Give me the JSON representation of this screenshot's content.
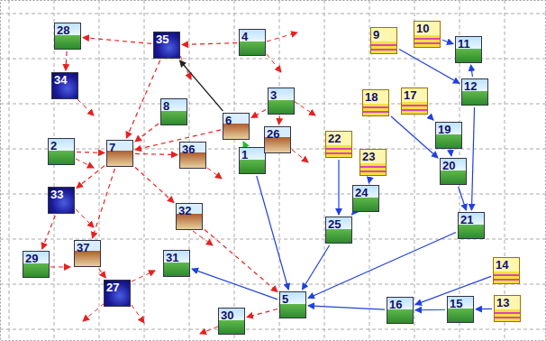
{
  "diagram": {
    "nodes": [
      {
        "text": [
          "1"
        ]
      },
      {
        "text": [
          "2"
        ]
      },
      {
        "text": [
          "3"
        ]
      },
      {
        "text": [
          "4"
        ]
      },
      {
        "text": [
          "5"
        ]
      },
      {
        "text": [
          "6"
        ]
      },
      {
        "text": [
          "7"
        ]
      },
      {
        "text": [
          "8"
        ]
      },
      {
        "text": [
          "9"
        ]
      },
      {
        "text": [
          "10"
        ]
      },
      {
        "text": [
          "11"
        ]
      },
      {
        "text": [
          "12"
        ]
      },
      {
        "text": [
          "13"
        ]
      },
      {
        "text": [
          "14"
        ]
      },
      {
        "text": [
          "15"
        ]
      },
      {
        "text": [
          "16"
        ]
      },
      {
        "text": [
          "17"
        ]
      },
      {
        "text": [
          "18"
        ]
      },
      {
        "text": [
          "19"
        ]
      },
      {
        "text": [
          "20"
        ]
      },
      {
        "text": [
          "21"
        ]
      },
      {
        "text": [
          "22"
        ]
      },
      {
        "text": [
          "23"
        ]
      },
      {
        "text": [
          "24"
        ]
      },
      {
        "text": [
          "25"
        ]
      },
      {
        "text": [
          "26"
        ]
      },
      {
        "text": [
          "27"
        ]
      },
      {
        "text": [
          "28"
        ]
      },
      {
        "text": [
          "29"
        ]
      },
      {
        "text": [
          "30"
        ]
      },
      {
        "text": [
          "31"
        ]
      },
      {
        "text": [
          "32"
        ]
      },
      {
        "text": [
          "33"
        ]
      },
      {
        "text": [
          "34"
        ]
      },
      {
        "text": [
          "35"
        ]
      },
      {
        "text": [
          "36"
        ]
      },
      {
        "text": [
          "37"
        ]
      }
    ],
    "edges": [
      {
        "from": 8,
        "to": 11,
        "arrow": "to"
      },
      {
        "from": 9,
        "to": 10,
        "arrow": "to"
      },
      {
        "from": 11,
        "to": 10,
        "arrow": "to"
      },
      {
        "from": 11,
        "to": 20,
        "arrow": "to"
      },
      {
        "from": 16,
        "to": 18,
        "arrow": "to"
      },
      {
        "from": 17,
        "to": 19,
        "arrow": "to"
      },
      {
        "from": 18,
        "to": 19,
        "arrow": "to"
      },
      {
        "from": 19,
        "to": 20,
        "arrow": "to"
      },
      {
        "from": 21,
        "to": 24,
        "arrow": "to"
      },
      {
        "from": 22,
        "to": 23,
        "arrow": "to"
      },
      {
        "from": 23,
        "to": 24,
        "arrow": "to"
      },
      {
        "from": 24,
        "to": 4,
        "arrow": "to"
      },
      {
        "from": 20,
        "to": 4,
        "arrow": "to"
      },
      {
        "from": 0,
        "to": 4,
        "arrow": "to"
      },
      {
        "from": 13,
        "to": 15,
        "arrow": "to"
      },
      {
        "from": 12,
        "to": 14,
        "arrow": "to"
      },
      {
        "from": 14,
        "to": 15,
        "arrow": "to"
      },
      {
        "from": 15,
        "to": 4,
        "arrow": "to"
      },
      {
        "from": 4,
        "to": 30,
        "arrow": "to"
      },
      {
        "from": 0,
        "to": 5,
        "arrow": "to"
      },
      {
        "from": 5,
        "to": 34,
        "arrow": "to"
      },
      {
        "from": 34,
        "to": 27,
        "arrow": "to"
      },
      {
        "from": 3,
        "to": 34,
        "arrow": "to"
      },
      {
        "from": 27,
        "to": 33,
        "arrow": "to"
      },
      {
        "from": 34,
        "to": 6,
        "arrow": "to"
      },
      {
        "from": 5,
        "to": 6,
        "arrow": "to"
      },
      {
        "from": 2,
        "to": 5,
        "arrow": "to"
      },
      {
        "from": 2,
        "to": 25,
        "arrow": "to"
      },
      {
        "from": 6,
        "to": 32,
        "arrow": "to"
      },
      {
        "from": 32,
        "to": 28,
        "arrow": "to"
      },
      {
        "from": 6,
        "to": 36,
        "arrow": "to"
      },
      {
        "from": 36,
        "to": 26,
        "arrow": "to"
      },
      {
        "from": 6,
        "to": 31,
        "arrow": "to"
      },
      {
        "from": 31,
        "to": 4,
        "arrow": "to"
      },
      {
        "from": 4,
        "to": 29,
        "arrow": "to"
      },
      {
        "from": 6,
        "to": 35,
        "arrow": "to"
      },
      {
        "from": 7,
        "to": 6,
        "arrow": "to"
      },
      {
        "from": 1,
        "to": 6,
        "arrow": "to"
      }
    ]
  }
}
